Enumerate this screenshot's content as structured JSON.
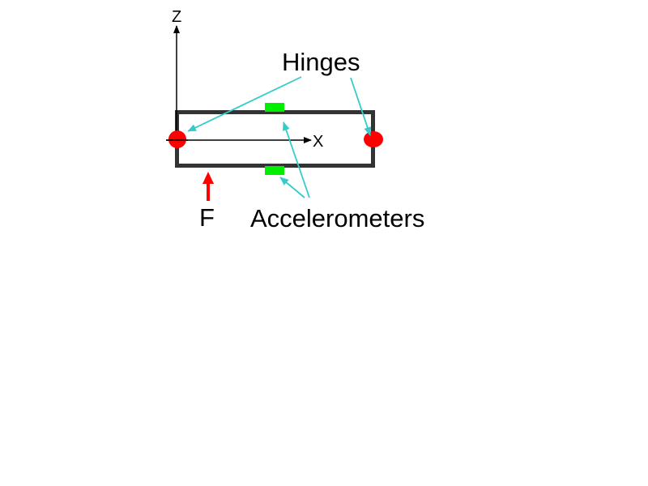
{
  "axes": {
    "x_label": "X",
    "z_label": "Z"
  },
  "labels": {
    "hinges": "Hinges",
    "accelerometers": "Accelerometers",
    "force": "F"
  },
  "colors": {
    "frame": "#333333",
    "axis": "#000000",
    "hinge": "#ff0000",
    "accelerometer": "#00ee00",
    "pointer": "#33cccc",
    "force": "#ff0000"
  }
}
